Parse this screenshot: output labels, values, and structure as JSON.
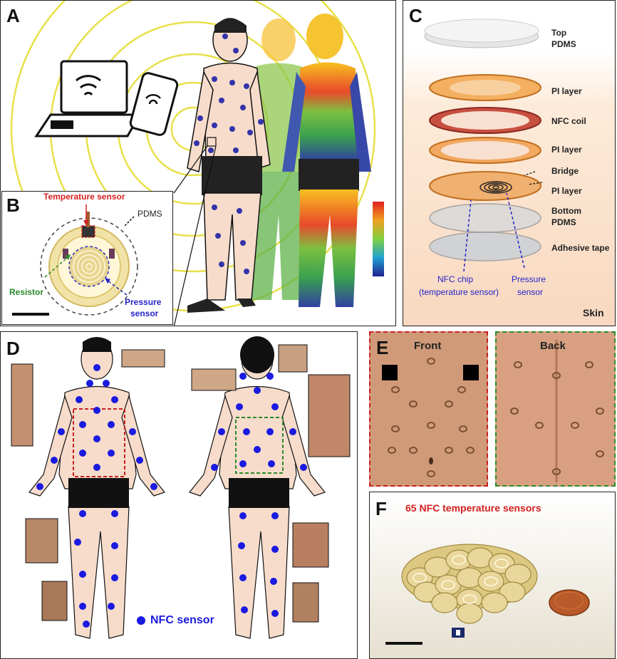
{
  "panels": {
    "a": {
      "label": "A"
    },
    "b": {
      "label": "B",
      "temperature_sensor": "Temperature sensor",
      "pdms": "PDMS",
      "resistor": "Resistor",
      "pressure_sensor_1": "Pressure",
      "pressure_sensor_2": "sensor"
    },
    "c": {
      "label": "C",
      "top_pdms_1": "Top",
      "top_pdms_2": "PDMS",
      "pi_layer_1": "PI layer",
      "nfc_coil": "NFC coil",
      "pi_layer_2": "PI layer",
      "bridge": "Bridge",
      "pi_layer_3": "PI layer",
      "bottom_pdms_1": "Bottom",
      "bottom_pdms_2": "PDMS",
      "adhesive_tape": "Adhesive tape",
      "nfc_chip_1": "NFC chip",
      "nfc_chip_2": "(temperature sensor)",
      "pressure_1": "Pressure",
      "pressure_2": "sensor",
      "skin": "Skin"
    },
    "d": {
      "label": "D",
      "legend": "NFC sensor"
    },
    "e": {
      "label": "E",
      "front": "Front",
      "back": "Back"
    },
    "f": {
      "label": "F",
      "title": "65 NFC temperature sensors"
    }
  },
  "colors": {
    "sensor_dot": "#1a1ae0",
    "skin": "#f7dccb",
    "temperature_label": "#d42020",
    "resistor_label": "#2a8a2a",
    "pressure_label": "#2424c8",
    "f_title": "#d42020"
  }
}
